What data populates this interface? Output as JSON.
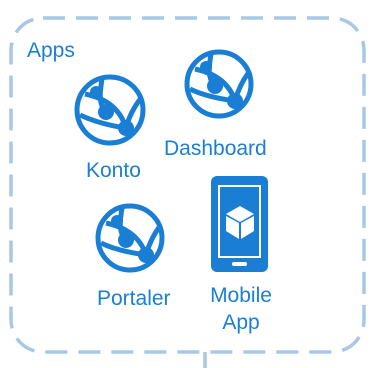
{
  "group": {
    "title": "Apps"
  },
  "apps": [
    {
      "label": "Konto",
      "icon": "web-app-globe-icon"
    },
    {
      "label": "Dashboard",
      "icon": "web-app-globe-icon"
    },
    {
      "label": "Portaler",
      "icon": "web-app-globe-icon"
    },
    {
      "label_line1": "Mobile",
      "label_line2": "App",
      "icon": "mobile-app-phone-icon"
    }
  ],
  "colors": {
    "accent": "#1a7fd4",
    "border": "#a9c8e6",
    "background": "#ffffff"
  }
}
